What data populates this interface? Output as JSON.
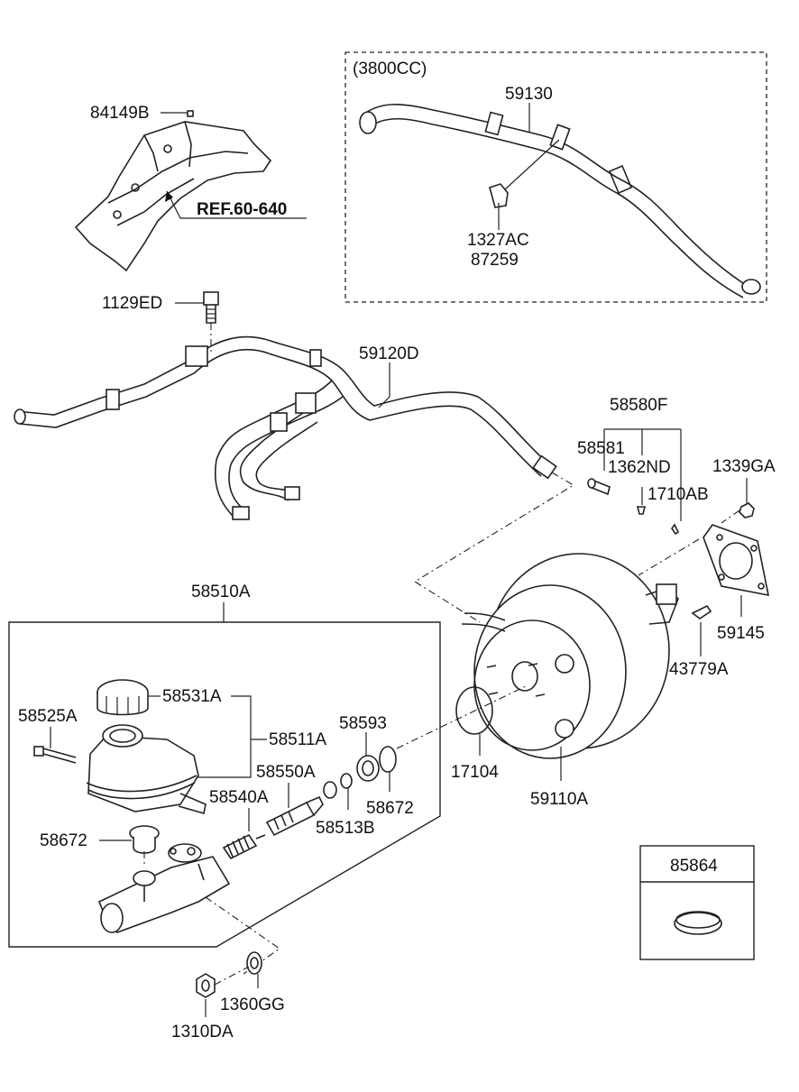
{
  "diagram": {
    "variant_label": "(3800CC)",
    "reference_label": "REF.60-640",
    "inset_title": "85864",
    "parts": {
      "p84149B": "84149B",
      "p59130": "59130",
      "p1327AC": "1327AC",
      "p87259": "87259",
      "p1129ED": "1129ED",
      "p59120D": "59120D",
      "p58580F": "58580F",
      "p58581": "58581",
      "p1362ND": "1362ND",
      "p1710AB": "1710AB",
      "p1339GA": "1339GA",
      "p58510A": "58510A",
      "p59145": "59145",
      "p43779A": "43779A",
      "p58531A": "58531A",
      "p58525A": "58525A",
      "p58511A": "58511A",
      "p58593": "58593",
      "p58550A": "58550A",
      "p17104": "17104",
      "p58540A": "58540A",
      "p58672a": "58672",
      "p59110A": "59110A",
      "p58513B": "58513B",
      "p58672b": "58672",
      "p1360GG": "1360GG",
      "p1310DA": "1310DA"
    }
  }
}
